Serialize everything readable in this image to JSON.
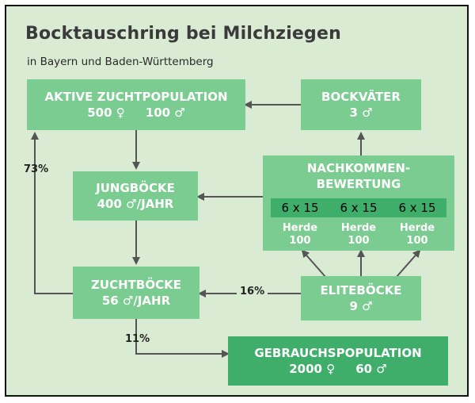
{
  "title": "Bocktauschring bei Milchziegen",
  "subtitle": "in Bayern und Baden-Württemberg",
  "nodes": {
    "aktive": {
      "line1": "AKTIVE ZUCHTPOPULATION",
      "female": "500 ♀",
      "male": "100 ♂"
    },
    "bockvaeter": {
      "line1": "BOCKVÄTER",
      "line2": "3 ♂"
    },
    "jungboecke": {
      "line1": "JUNGBÖCKE",
      "line2": "400 ♂/JAHR"
    },
    "nachkommen": {
      "line1": "NACHKOMMEN-",
      "line2": "BEWERTUNG",
      "groups": [
        {
          "size": "6 x 15",
          "herde": "Herde",
          "count": "100"
        },
        {
          "size": "6 x 15",
          "herde": "Herde",
          "count": "100"
        },
        {
          "size": "6 x 15",
          "herde": "Herde",
          "count": "100"
        }
      ]
    },
    "zuchtboecke": {
      "line1": "ZUCHTBÖCKE",
      "line2": "56 ♂/JAHR"
    },
    "eliteboecke": {
      "line1": "ELITEBÖCKE",
      "line2": "9 ♂"
    },
    "gebrauch": {
      "line1": "GEBRAUCHSPOPULATION",
      "female": "2000 ♀",
      "male": "60 ♂"
    }
  },
  "edge_labels": {
    "left_feedback": "73%",
    "elite_to_zucht": "16%",
    "zucht_to_gebrauch": "11%"
  },
  "colors": {
    "background": "#d9ecd3",
    "box_light": "#7bcc91",
    "box_dark": "#3fae6a",
    "arrow": "#555555"
  }
}
